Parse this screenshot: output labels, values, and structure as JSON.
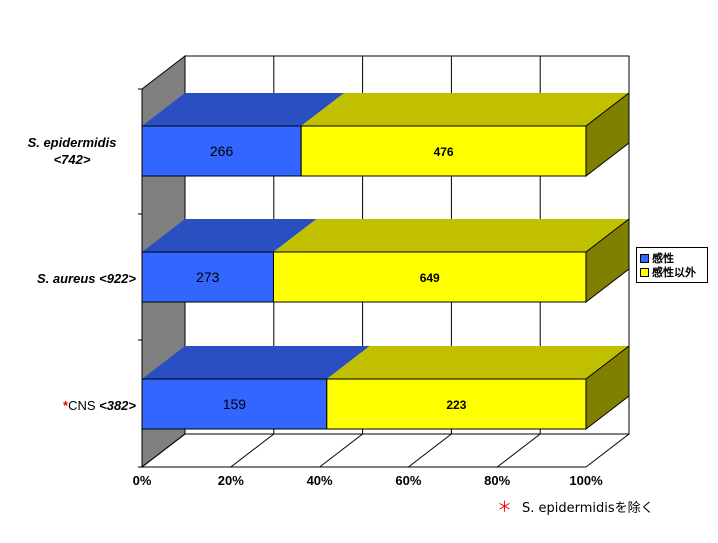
{
  "chart_data": {
    "type": "bar",
    "orientation": "horizontal",
    "stacked": "percent",
    "three_d": true,
    "categories": [
      {
        "label_lines": [
          "S. epidermidis",
          "<742>"
        ],
        "total_label": "<742>",
        "name": "S. epidermidis",
        "marked": false
      },
      {
        "label_lines": [
          "S. aureus <922>"
        ],
        "total_label": "<922>",
        "name": "S. aureus",
        "marked": false
      },
      {
        "label_lines": [
          "CNS  <382>"
        ],
        "total_label": "<382>",
        "name": "CNS",
        "marked": true,
        "mark": "*"
      }
    ],
    "series": [
      {
        "name": "感性",
        "values": [
          266,
          273,
          159
        ],
        "color": "#3366ff",
        "top_color": "#2a4fc0"
      },
      {
        "name": "感性以外",
        "values": [
          476,
          649,
          223
        ],
        "color": "#ffff00",
        "top_color": "#c0c000",
        "side_color": "#808000"
      }
    ],
    "xlim": [
      0,
      100
    ],
    "x_ticks": [
      "0%",
      "20%",
      "40%",
      "60%",
      "80%",
      "100%"
    ],
    "grid": true,
    "legend_position": "right",
    "floor_color": "#808080"
  },
  "footnote": {
    "mark": "＊",
    "text": "S. epidermidisを除く"
  }
}
